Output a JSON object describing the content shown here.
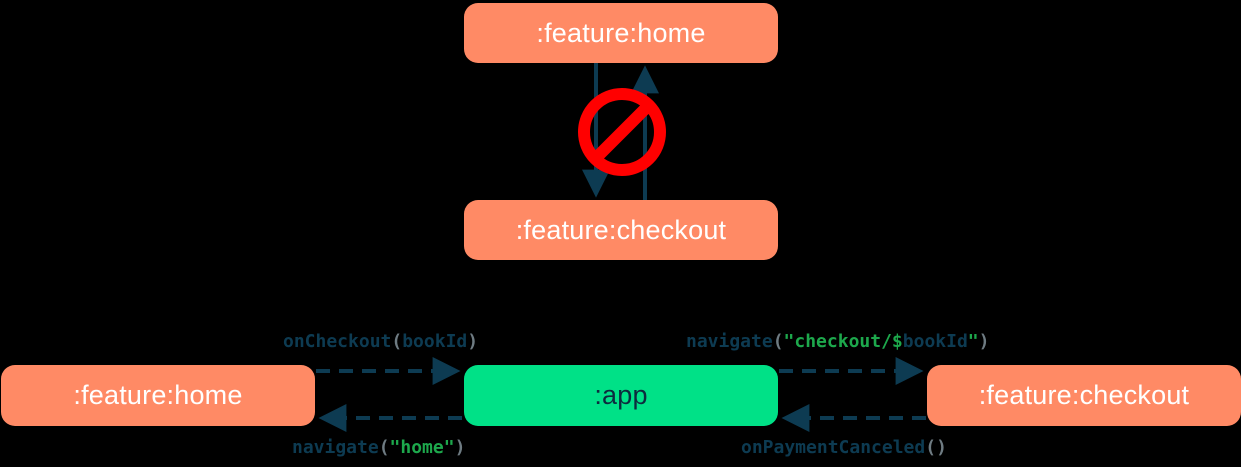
{
  "diagram": {
    "title": "module dependency and navigation diagram",
    "colors": {
      "feature_module": "#FF8A65",
      "app_module": "#00E187",
      "arrow": "#0D3B52",
      "forbidden": "#FF0000",
      "string_literal": "#1DA84C",
      "punctuation": "#6E7B82",
      "background": "#000000",
      "feature_label": "#FFFFFF",
      "app_label": "#0D2B3E"
    },
    "top_section": {
      "nodes": [
        {
          "id": "home-top",
          "label": ":feature:home",
          "type": "feature"
        },
        {
          "id": "checkout-top",
          "label": ":feature:checkout",
          "type": "feature"
        }
      ],
      "edges": [
        {
          "from": "home-top",
          "to": "checkout-top",
          "direction": "down",
          "style": "solid"
        },
        {
          "from": "checkout-top",
          "to": "home-top",
          "direction": "up",
          "style": "solid"
        }
      ],
      "badge": {
        "name": "forbidden-icon",
        "meaning": "not allowed"
      }
    },
    "bottom_section": {
      "nodes": [
        {
          "id": "home-bottom",
          "label": ":feature:home",
          "type": "feature"
        },
        {
          "id": "app",
          "label": ":app",
          "type": "app"
        },
        {
          "id": "checkout-bottom",
          "label": ":feature:checkout",
          "type": "feature"
        }
      ],
      "edges": [
        {
          "id": "oncheckout",
          "from": "home-bottom",
          "to": "app",
          "direction": "right",
          "style": "dashed",
          "label": "onCheckout(bookId)",
          "tokens": [
            {
              "text": "onCheckout",
              "kind": "fn"
            },
            {
              "text": "(",
              "kind": "paren"
            },
            {
              "text": "bookId",
              "kind": "var"
            },
            {
              "text": ")",
              "kind": "paren"
            }
          ]
        },
        {
          "id": "navigate-checkout",
          "from": "app",
          "to": "checkout-bottom",
          "direction": "right",
          "style": "dashed",
          "label": "navigate(\"checkout/$bookId\")",
          "tokens": [
            {
              "text": "navigate",
              "kind": "fn"
            },
            {
              "text": "(",
              "kind": "paren"
            },
            {
              "text": "\"checkout/",
              "kind": "str"
            },
            {
              "text": "$",
              "kind": "str"
            },
            {
              "text": "bookId",
              "kind": "var"
            },
            {
              "text": "\"",
              "kind": "str"
            },
            {
              "text": ")",
              "kind": "paren"
            }
          ]
        },
        {
          "id": "navigate-home",
          "from": "app",
          "to": "home-bottom",
          "direction": "left",
          "style": "dashed",
          "label": "navigate(\"home\")",
          "tokens": [
            {
              "text": "navigate",
              "kind": "fn"
            },
            {
              "text": "(",
              "kind": "paren"
            },
            {
              "text": "\"home\"",
              "kind": "str"
            },
            {
              "text": ")",
              "kind": "paren"
            }
          ]
        },
        {
          "id": "onpaymentcanceled",
          "from": "checkout-bottom",
          "to": "app",
          "direction": "left",
          "style": "dashed",
          "label": "onPaymentCanceled()",
          "tokens": [
            {
              "text": "onPaymentCanceled",
              "kind": "fn"
            },
            {
              "text": "(",
              "kind": "paren"
            },
            {
              "text": ")",
              "kind": "paren"
            }
          ]
        }
      ]
    }
  }
}
